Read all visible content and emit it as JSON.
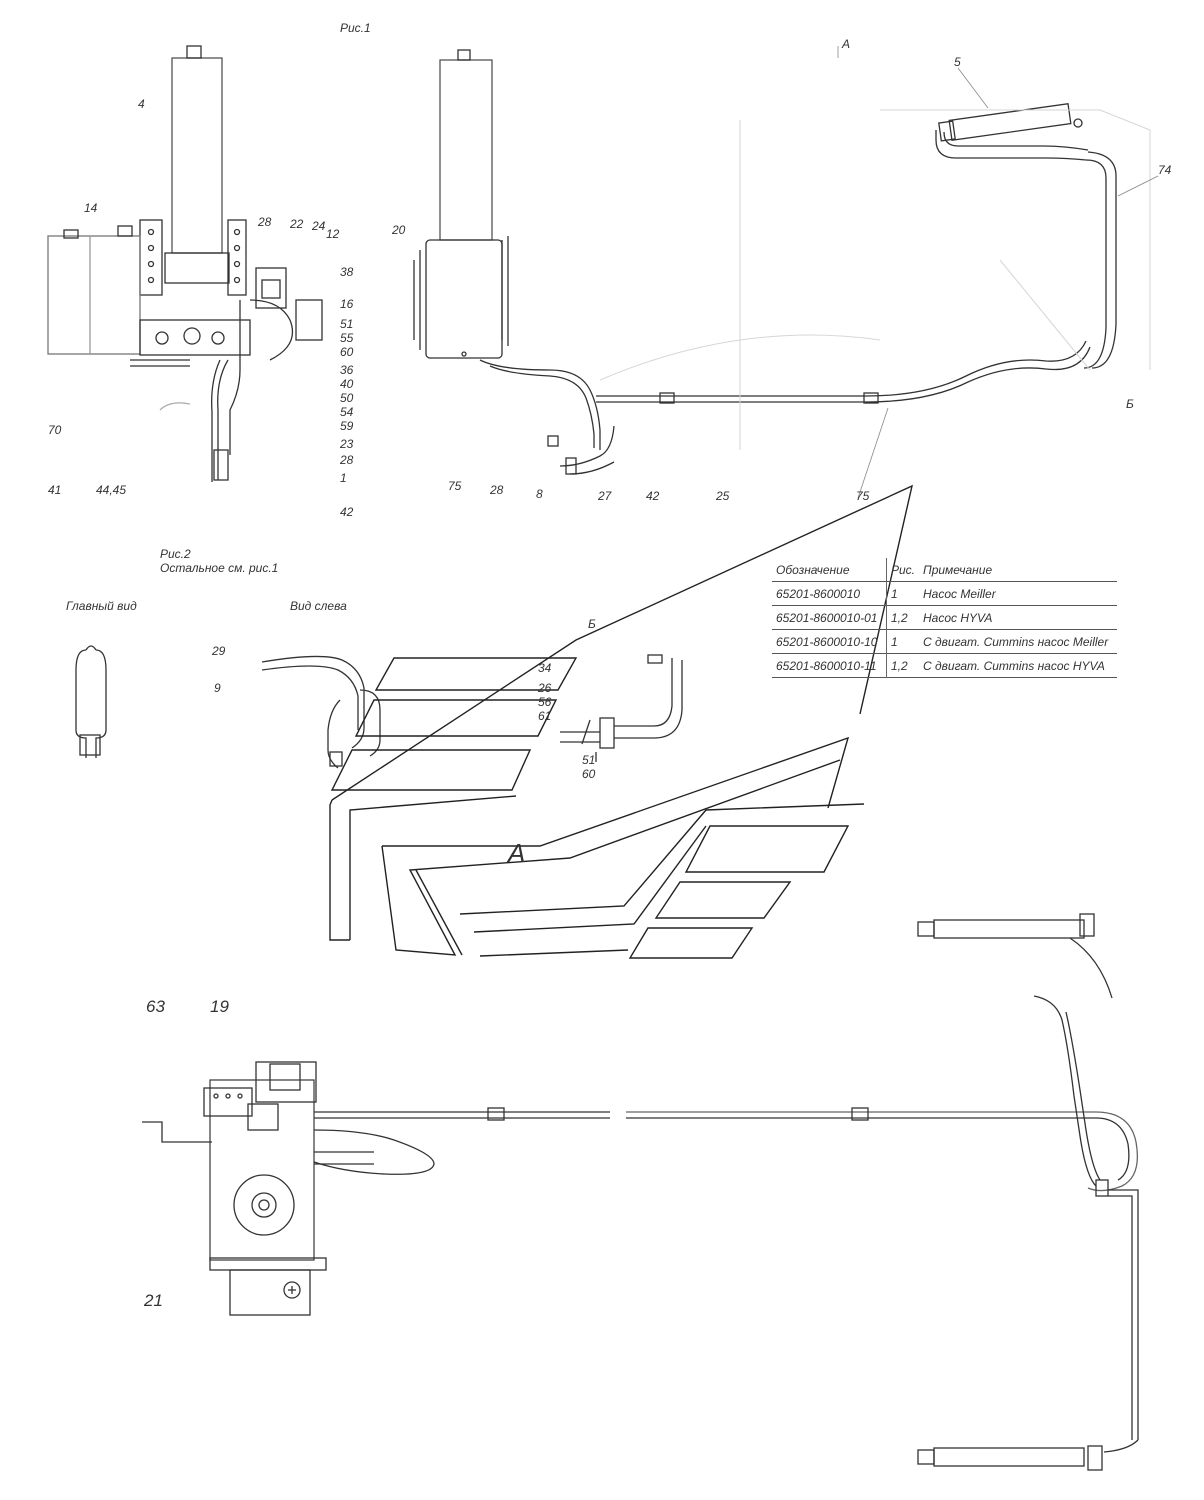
{
  "figure1": {
    "caption": "Рис.1",
    "view_mark": "А",
    "section_mark": "Б"
  },
  "figure2": {
    "caption": "Рис.2",
    "note": "Остальное см. рис.1",
    "front_view": "Главный вид",
    "left_view": "Вид слева",
    "section_mark": "Б"
  },
  "view_a_mark": "А",
  "callouts": [
    {
      "id": "c4",
      "text": "4"
    },
    {
      "id": "c14",
      "text": "14"
    },
    {
      "id": "c28a",
      "text": "28"
    },
    {
      "id": "c22",
      "text": "22"
    },
    {
      "id": "c24",
      "text": "24"
    },
    {
      "id": "c12",
      "text": "12"
    },
    {
      "id": "c38",
      "text": "38"
    },
    {
      "id": "c16",
      "text": "16"
    },
    {
      "id": "c51a",
      "text": "51"
    },
    {
      "id": "c55",
      "text": "55"
    },
    {
      "id": "c60a",
      "text": "60"
    },
    {
      "id": "c36",
      "text": "36"
    },
    {
      "id": "c40",
      "text": "40"
    },
    {
      "id": "c50",
      "text": "50"
    },
    {
      "id": "c54",
      "text": "54"
    },
    {
      "id": "c59",
      "text": "59"
    },
    {
      "id": "c23",
      "text": "23"
    },
    {
      "id": "c28b",
      "text": "28"
    },
    {
      "id": "c1",
      "text": "1"
    },
    {
      "id": "c42a",
      "text": "42"
    },
    {
      "id": "c70",
      "text": "70"
    },
    {
      "id": "c41",
      "text": "41"
    },
    {
      "id": "c4445",
      "text": "44,45"
    },
    {
      "id": "c20",
      "text": "20"
    },
    {
      "id": "c5",
      "text": "5"
    },
    {
      "id": "c74",
      "text": "74"
    },
    {
      "id": "c75a",
      "text": "75"
    },
    {
      "id": "c28c",
      "text": "28"
    },
    {
      "id": "c8",
      "text": "8"
    },
    {
      "id": "c27",
      "text": "27"
    },
    {
      "id": "c42b",
      "text": "42"
    },
    {
      "id": "c25",
      "text": "25"
    },
    {
      "id": "c75b",
      "text": "75"
    },
    {
      "id": "c29",
      "text": "29"
    },
    {
      "id": "c9",
      "text": "9"
    },
    {
      "id": "c34",
      "text": "34"
    },
    {
      "id": "c26",
      "text": "26"
    },
    {
      "id": "c56",
      "text": "56"
    },
    {
      "id": "c61",
      "text": "61"
    },
    {
      "id": "c51b",
      "text": "51"
    },
    {
      "id": "c60b",
      "text": "60"
    },
    {
      "id": "c63",
      "text": "63"
    },
    {
      "id": "c19",
      "text": "19"
    },
    {
      "id": "c21",
      "text": "21"
    }
  ],
  "spec_table": {
    "headers": [
      "Обозначение",
      "Рис.",
      "Примечание"
    ],
    "rows": [
      [
        "65201-8600010",
        "1",
        "Насос Meiller"
      ],
      [
        "65201-8600010-01",
        "1,2",
        "Насос HYVA"
      ],
      [
        "65201-8600010-10",
        "1",
        "С двигат. Cummins насос Meiller"
      ],
      [
        "65201-8600010-11",
        "1,2",
        "С двигат. Cummins насос HYVA"
      ]
    ]
  }
}
